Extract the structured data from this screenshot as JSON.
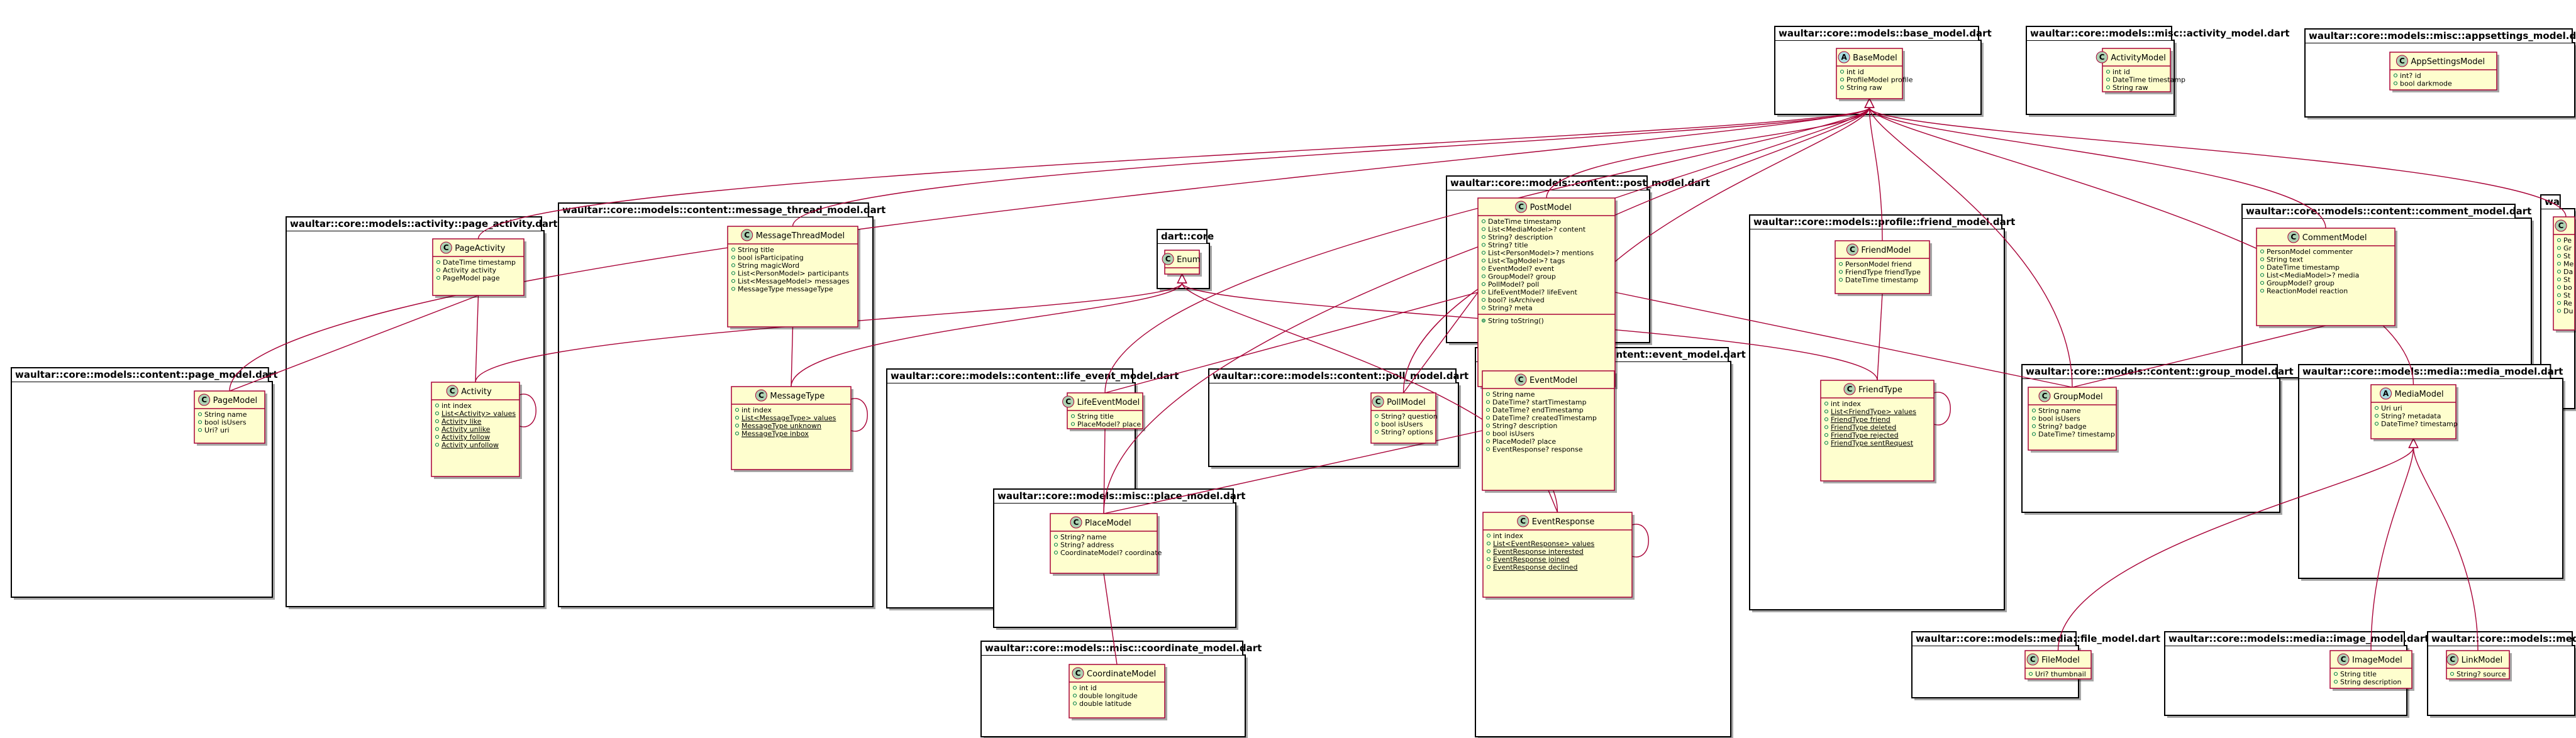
{
  "diagram": {
    "packages": [
      {
        "id": "base",
        "title": "waultar::core::models::base_model.dart"
      },
      {
        "id": "activity_model",
        "title": "waultar::core::models::misc::activity_model.dart"
      },
      {
        "id": "appsettings",
        "title": "waultar::core::models::misc::appsettings_model.dart"
      },
      {
        "id": "page_activity",
        "title": "waultar::core::models::activity::page_activity.dart"
      },
      {
        "id": "message_thread",
        "title": "waultar::core::models::content::message_thread_model.dart"
      },
      {
        "id": "dart_core",
        "title": "dart::core"
      },
      {
        "id": "post",
        "title": "waultar::core::models::content::post_model.dart"
      },
      {
        "id": "friend",
        "title": "waultar::core::models::profile::friend_model.dart"
      },
      {
        "id": "comment",
        "title": "waultar::core::models::content::comment_model.dart"
      },
      {
        "id": "comment_right",
        "title": "wa"
      },
      {
        "id": "page",
        "title": "waultar::core::models::content::page_model.dart"
      },
      {
        "id": "life_event",
        "title": "waultar::core::models::content::life_event_model.dart"
      },
      {
        "id": "poll",
        "title": "waultar::core::models::content::poll_model.dart"
      },
      {
        "id": "event",
        "title": "waultar::core::models::content::event_model.dart"
      },
      {
        "id": "group",
        "title": "waultar::core::models::content::group_model.dart"
      },
      {
        "id": "media",
        "title": "waultar::core::models::media::media_model.dart"
      },
      {
        "id": "place",
        "title": "waultar::core::models::misc::place_model.dart"
      },
      {
        "id": "file",
        "title": "waultar::core::models::media::file_model.dart"
      },
      {
        "id": "image",
        "title": "waultar::core::models::media::image_model.dart"
      },
      {
        "id": "link",
        "title": "waultar::core::models::med"
      },
      {
        "id": "coordinate",
        "title": "waultar::core::models::misc::coordinate_model.dart"
      }
    ],
    "classes": [
      {
        "id": "BaseModel",
        "name": "BaseModel",
        "stereo": "A",
        "attrs": [
          {
            "t": "int id"
          },
          {
            "t": "ProfileModel profile"
          },
          {
            "t": "String raw"
          }
        ]
      },
      {
        "id": "ActivityModel",
        "name": "ActivityModel",
        "stereo": "C",
        "attrs": [
          {
            "t": "int id"
          },
          {
            "t": "DateTime timestamp"
          },
          {
            "t": "String raw"
          }
        ]
      },
      {
        "id": "AppSettingsModel",
        "name": "AppSettingsModel",
        "stereo": "C",
        "attrs": [
          {
            "t": "int? id"
          },
          {
            "t": "bool darkmode"
          }
        ]
      },
      {
        "id": "PageActivity",
        "name": "PageActivity",
        "stereo": "C",
        "attrs": [
          {
            "t": "DateTime timestamp"
          },
          {
            "t": "Activity activity"
          },
          {
            "t": "PageModel page"
          }
        ]
      },
      {
        "id": "MessageThreadModel",
        "name": "MessageThreadModel",
        "stereo": "C",
        "attrs": [
          {
            "t": "String title"
          },
          {
            "t": "bool isParticipating"
          },
          {
            "t": "String magicWord"
          },
          {
            "t": "List<PersonModel> participants"
          },
          {
            "t": "List<MessageModel> messages"
          },
          {
            "t": "MessageType messageType"
          }
        ]
      },
      {
        "id": "Enum",
        "name": "Enum",
        "stereo": "C",
        "attrs": []
      },
      {
        "id": "PostModel",
        "name": "PostModel",
        "stereo": "C",
        "attrs": [
          {
            "t": "DateTime timestamp"
          },
          {
            "t": "List<MediaModel>? content"
          },
          {
            "t": "String? description"
          },
          {
            "t": "String? title"
          },
          {
            "t": "List<PersonModel>? mentions"
          },
          {
            "t": "List<TagModel>? tags"
          },
          {
            "t": "EventModel? event"
          },
          {
            "t": "GroupModel? group"
          },
          {
            "t": "PollModel? poll"
          },
          {
            "t": "LifeEventModel? lifeEvent"
          },
          {
            "t": "bool? isArchived"
          },
          {
            "t": "String? meta"
          }
        ],
        "methods": [
          {
            "t": "String toString()"
          }
        ]
      },
      {
        "id": "FriendModel",
        "name": "FriendModel",
        "stereo": "C",
        "attrs": [
          {
            "t": "PersonModel friend"
          },
          {
            "t": "FriendType friendType"
          },
          {
            "t": "DateTime timestamp"
          }
        ]
      },
      {
        "id": "CommentModel",
        "name": "CommentModel",
        "stereo": "C",
        "attrs": [
          {
            "t": "PersonModel commenter"
          },
          {
            "t": "String text"
          },
          {
            "t": "DateTime timestamp"
          },
          {
            "t": "List<MediaModel>? media"
          },
          {
            "t": "GroupModel? group"
          },
          {
            "t": "ReactionModel reaction"
          }
        ]
      },
      {
        "id": "CommentRight",
        "name": "",
        "stereo": "C",
        "attrs": [
          {
            "t": "Pe"
          },
          {
            "t": "Gr"
          },
          {
            "t": "St"
          },
          {
            "t": "Me"
          },
          {
            "t": "Da"
          },
          {
            "t": "St"
          },
          {
            "t": "bo"
          },
          {
            "t": "St"
          },
          {
            "t": "Re"
          },
          {
            "t": "Du"
          }
        ]
      },
      {
        "id": "PageModel",
        "name": "PageModel",
        "stereo": "C",
        "attrs": [
          {
            "t": "String name"
          },
          {
            "t": "bool isUsers"
          },
          {
            "t": "Uri? uri"
          }
        ]
      },
      {
        "id": "Activity",
        "name": "Activity",
        "stereo": "C",
        "attrs": [
          {
            "t": "int index"
          },
          {
            "t": "List<Activity> values",
            "s": true
          },
          {
            "t": "Activity like",
            "s": true
          },
          {
            "t": "Activity unlike",
            "s": true
          },
          {
            "t": "Activity follow",
            "s": true
          },
          {
            "t": "Activity unfollow",
            "s": true
          }
        ]
      },
      {
        "id": "MessageType",
        "name": "MessageType",
        "stereo": "C",
        "attrs": [
          {
            "t": "int index"
          },
          {
            "t": "List<MessageType> values",
            "s": true
          },
          {
            "t": "MessageType unknown",
            "s": true
          },
          {
            "t": "MessageType inbox",
            "s": true
          }
        ]
      },
      {
        "id": "LifeEventModel",
        "name": "LifeEventModel",
        "stereo": "C",
        "attrs": [
          {
            "t": "String title"
          },
          {
            "t": "PlaceModel? place"
          }
        ]
      },
      {
        "id": "PollModel",
        "name": "PollModel",
        "stereo": "C",
        "attrs": [
          {
            "t": "String? question"
          },
          {
            "t": "bool isUsers"
          },
          {
            "t": "String? options"
          }
        ]
      },
      {
        "id": "EventModel",
        "name": "EventModel",
        "stereo": "C",
        "attrs": [
          {
            "t": "String name"
          },
          {
            "t": "DateTime? startTimestamp"
          },
          {
            "t": "DateTime? endTimestamp"
          },
          {
            "t": "DateTime? createdTimestamp"
          },
          {
            "t": "String? description"
          },
          {
            "t": "bool isUsers"
          },
          {
            "t": "PlaceModel? place"
          },
          {
            "t": "EventResponse? response"
          }
        ]
      },
      {
        "id": "EventResponse",
        "name": "EventResponse",
        "stereo": "C",
        "attrs": [
          {
            "t": "int index"
          },
          {
            "t": "List<EventResponse> values",
            "s": true
          },
          {
            "t": "EventResponse interested",
            "s": true
          },
          {
            "t": "EventResponse joined",
            "s": true
          },
          {
            "t": "EventResponse declined",
            "s": true
          }
        ]
      },
      {
        "id": "FriendType",
        "name": "FriendType",
        "stereo": "C",
        "attrs": [
          {
            "t": "int index"
          },
          {
            "t": "List<FriendType> values",
            "s": true
          },
          {
            "t": "FriendType friend",
            "s": true
          },
          {
            "t": "FriendType deleted",
            "s": true
          },
          {
            "t": "FriendType rejected",
            "s": true
          },
          {
            "t": "FriendType sentRequest",
            "s": true
          }
        ]
      },
      {
        "id": "GroupModel",
        "name": "GroupModel",
        "stereo": "C",
        "attrs": [
          {
            "t": "String name"
          },
          {
            "t": "bool isUsers"
          },
          {
            "t": "String? badge"
          },
          {
            "t": "DateTime? timestamp"
          }
        ]
      },
      {
        "id": "MediaModel",
        "name": "MediaModel",
        "stereo": "A",
        "attrs": [
          {
            "t": "Uri uri"
          },
          {
            "t": "String? metadata"
          },
          {
            "t": "DateTime? timestamp"
          }
        ]
      },
      {
        "id": "PlaceModel",
        "name": "PlaceModel",
        "stereo": "C",
        "attrs": [
          {
            "t": "String? name"
          },
          {
            "t": "String? address"
          },
          {
            "t": "CoordinateModel? coordinate"
          }
        ]
      },
      {
        "id": "FileModel",
        "name": "FileModel",
        "stereo": "C",
        "attrs": [
          {
            "t": "Uri? thumbnail"
          }
        ]
      },
      {
        "id": "ImageModel",
        "name": "ImageModel",
        "stereo": "C",
        "attrs": [
          {
            "t": "String title"
          },
          {
            "t": "String description"
          }
        ]
      },
      {
        "id": "LinkModel",
        "name": "LinkModel",
        "stereo": "C",
        "attrs": [
          {
            "t": "String? source"
          }
        ]
      },
      {
        "id": "CoordinateModel",
        "name": "CoordinateModel",
        "stereo": "C",
        "attrs": [
          {
            "t": "int id"
          },
          {
            "t": "double longitude"
          },
          {
            "t": "double latitude"
          }
        ]
      }
    ],
    "edges": [
      {
        "from": "PageModel",
        "to": "BaseModel",
        "kind": "inherit"
      },
      {
        "from": "PageActivity",
        "to": "BaseModel",
        "kind": "inherit"
      },
      {
        "from": "MessageThreadModel",
        "to": "BaseModel",
        "kind": "inherit"
      },
      {
        "from": "LifeEventModel",
        "to": "BaseModel",
        "kind": "inherit"
      },
      {
        "from": "PostModel",
        "to": "BaseModel",
        "kind": "inherit"
      },
      {
        "from": "EventModel",
        "to": "BaseModel",
        "kind": "inherit"
      },
      {
        "from": "FriendModel",
        "to": "BaseModel",
        "kind": "inherit"
      },
      {
        "from": "GroupModel",
        "to": "BaseModel",
        "kind": "inherit"
      },
      {
        "from": "CommentModel",
        "to": "BaseModel",
        "kind": "inherit"
      },
      {
        "from": "MediaModel",
        "to": "BaseModel",
        "kind": "inherit"
      },
      {
        "from": "PlaceModel",
        "to": "BaseModel",
        "kind": "inherit"
      },
      {
        "from": "PollModel",
        "to": "BaseModel",
        "kind": "inherit"
      },
      {
        "from": "CommentRight",
        "to": "BaseModel",
        "kind": "inherit"
      },
      {
        "from": "Activity",
        "to": "Enum",
        "kind": "inherit"
      },
      {
        "from": "MessageType",
        "to": "Enum",
        "kind": "inherit"
      },
      {
        "from": "EventResponse",
        "to": "Enum",
        "kind": "inherit"
      },
      {
        "from": "FriendType",
        "to": "Enum",
        "kind": "inherit"
      },
      {
        "from": "FileModel",
        "to": "MediaModel",
        "kind": "inherit"
      },
      {
        "from": "ImageModel",
        "to": "MediaModel",
        "kind": "inherit"
      },
      {
        "from": "LinkModel",
        "to": "MediaModel",
        "kind": "inherit"
      },
      {
        "from": "PageActivity",
        "to": "Activity",
        "kind": "assoc"
      },
      {
        "from": "PageActivity",
        "to": "PageModel",
        "kind": "assoc"
      },
      {
        "from": "MessageThreadModel",
        "to": "MessageType",
        "kind": "assoc"
      },
      {
        "from": "PostModel",
        "to": "EventModel",
        "kind": "assoc"
      },
      {
        "from": "PostModel",
        "to": "GroupModel",
        "kind": "assoc"
      },
      {
        "from": "PostModel",
        "to": "PollModel",
        "kind": "assoc"
      },
      {
        "from": "PostModel",
        "to": "LifeEventModel",
        "kind": "assoc"
      },
      {
        "from": "EventModel",
        "to": "EventResponse",
        "kind": "assoc"
      },
      {
        "from": "EventModel",
        "to": "PlaceModel",
        "kind": "assoc"
      },
      {
        "from": "LifeEventModel",
        "to": "PlaceModel",
        "kind": "assoc"
      },
      {
        "from": "PlaceModel",
        "to": "CoordinateModel",
        "kind": "assoc"
      },
      {
        "from": "FriendModel",
        "to": "FriendType",
        "kind": "assoc"
      },
      {
        "from": "CommentModel",
        "to": "GroupModel",
        "kind": "assoc"
      },
      {
        "from": "Activity",
        "to": "Activity",
        "kind": "self"
      },
      {
        "from": "MessageType",
        "to": "MessageType",
        "kind": "self"
      },
      {
        "from": "EventResponse",
        "to": "EventResponse",
        "kind": "self"
      },
      {
        "from": "FriendType",
        "to": "FriendType",
        "kind": "self"
      }
    ],
    "colors": {
      "classFill": "#FEFECE",
      "classBorder": "#A80036",
      "stereoC": "#ADD1B2",
      "stereoA": "#A9DCDF",
      "edge": "#A80036"
    }
  }
}
